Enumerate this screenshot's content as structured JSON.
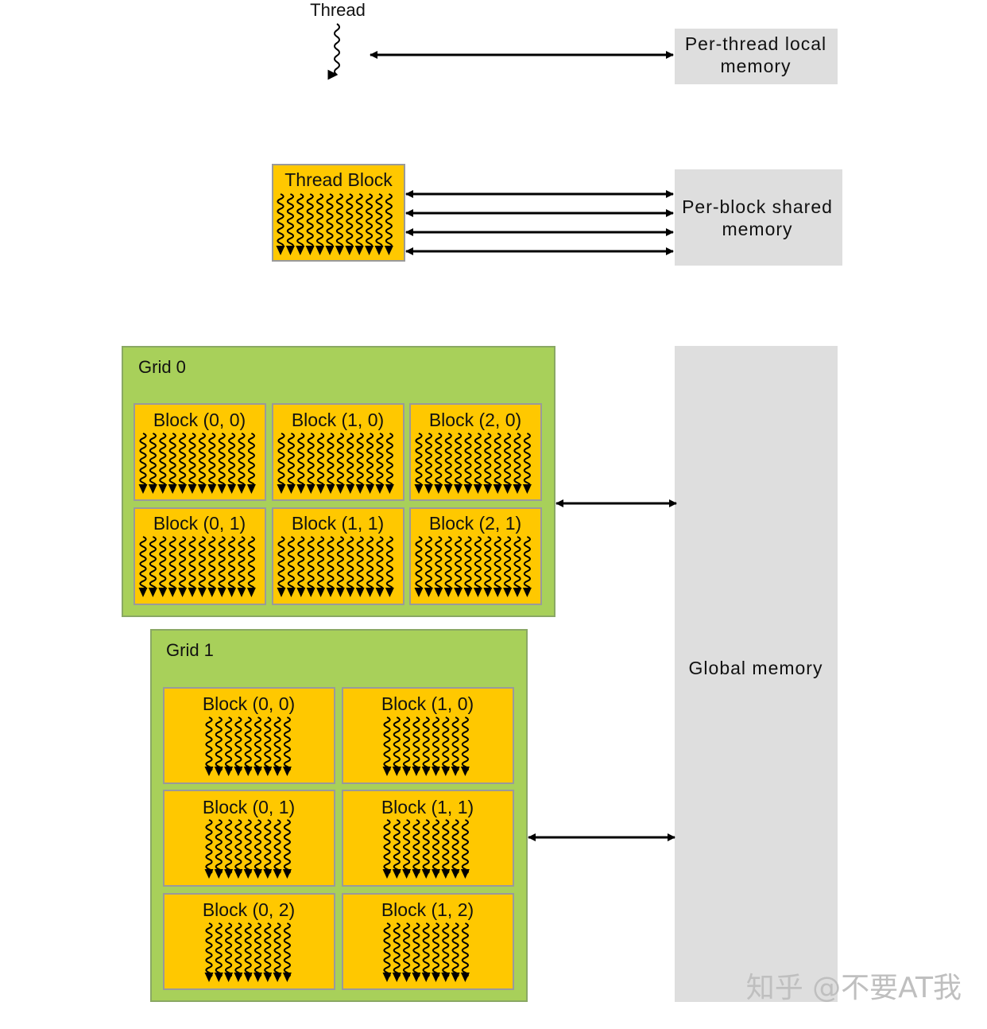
{
  "thread": {
    "label": "Thread"
  },
  "thread_block": {
    "label": "Thread Block"
  },
  "memory": {
    "local": {
      "line1": "Per-thread local",
      "line2": "memory"
    },
    "shared": {
      "line1": "Per-block shared",
      "line2": "memory"
    },
    "global": {
      "label": "Global memory"
    }
  },
  "grids": [
    {
      "label": "Grid 0",
      "blocks": [
        "Block (0, 0)",
        "Block (1, 0)",
        "Block (2, 0)",
        "Block (0, 1)",
        "Block (1, 1)",
        "Block (2, 1)"
      ]
    },
    {
      "label": "Grid 1",
      "blocks": [
        "Block (0, 0)",
        "Block (1, 0)",
        "Block (0, 1)",
        "Block (1, 1)",
        "Block (0, 2)",
        "Block (1, 2)"
      ]
    }
  ],
  "watermark": "知乎 @不要AT我",
  "colors": {
    "grid": "#a8d05a",
    "block": "#ffc800",
    "memory": "#dedede",
    "arrow": "#000000"
  }
}
